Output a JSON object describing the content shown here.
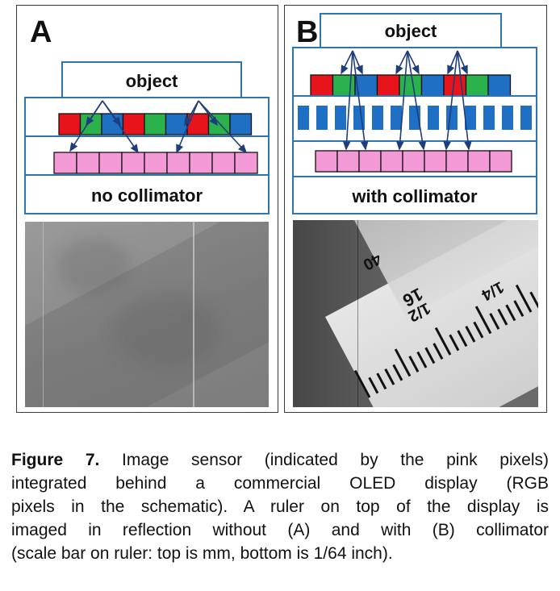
{
  "figure": {
    "panel_a": {
      "label": "A",
      "object_label": "object",
      "bottom_label": "no collimator"
    },
    "panel_b": {
      "label": "B",
      "object_label": "object",
      "bottom_label": "with collimator"
    },
    "caption": {
      "prefix": "Figure 7.",
      "lines": [
        " Image sensor (indicated by the pink pixels)",
        "integrated behind a commercial OLED display (RGB",
        "pixels in the schematic). A ruler on top of the display is",
        "imaged in reflection without (A) and with (B) collimator",
        "(scale bar on ruler: top is mm, bottom is 1/64 inch)."
      ]
    },
    "ruler_marks": [
      "16",
      "1/4",
      "40",
      "1/2"
    ],
    "colors": {
      "frame_blue": "#2e75b6",
      "red": "#e8141c",
      "green": "#2bb24c",
      "blue": "#1f6fc4",
      "pink": "#f39ad6",
      "arrow": "#1f3d7a"
    }
  }
}
